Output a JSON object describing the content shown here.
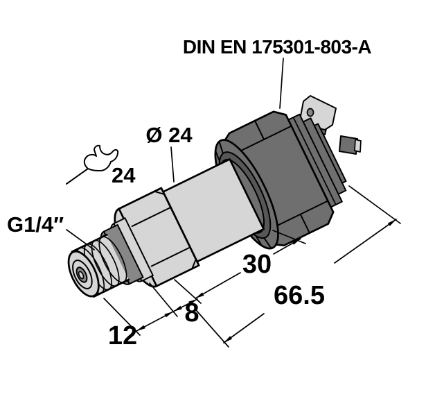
{
  "drawing": {
    "standard_label": "DIN EN 175301-803-A",
    "diameter_label": "Ø 24",
    "wrench_size_label": "24",
    "thread_label": "G1/4″",
    "dim_connector_length": "30",
    "dim_overall_length": "66.5",
    "dim_hex_length": "8",
    "dim_thread_length": "12"
  },
  "colors": {
    "body_gray": "#d6d6d6",
    "connector_gray": "#6f6f6f",
    "pocket_gray": "#575757",
    "oring_gray": "#878787",
    "outline": "#000000",
    "background": "#ffffff"
  },
  "icons": {
    "wrench": "wrench-icon"
  }
}
